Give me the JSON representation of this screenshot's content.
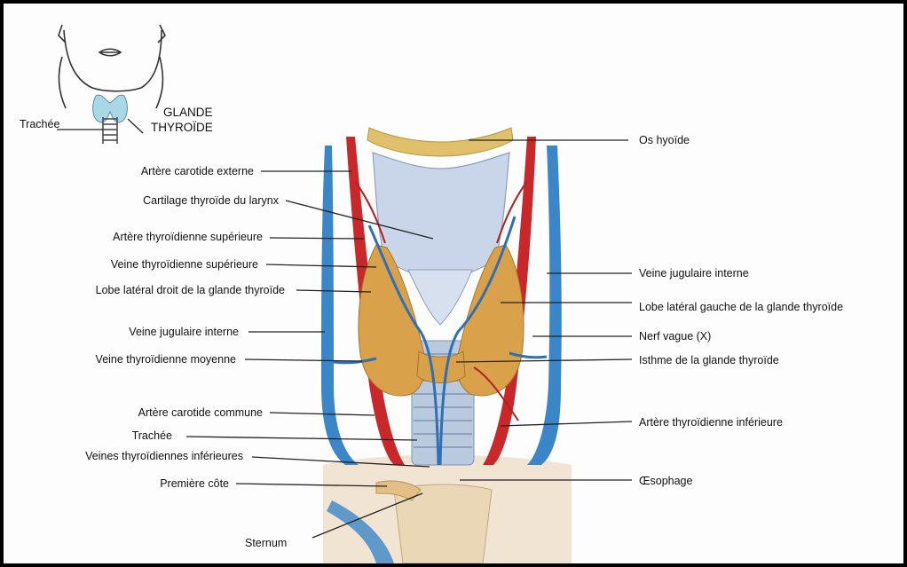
{
  "inset": {
    "trachea_label": "Trachée",
    "gland_label_line1": "GLANDE",
    "gland_label_line2": "THYROÏDE"
  },
  "labels_left": {
    "external_carotid": "Artère carotide externe",
    "thyroid_cartilage": "Cartilage thyroïde du larynx",
    "superior_thyroid_artery": "Artère thyroïdienne supérieure",
    "superior_thyroid_vein": "Veine thyroïdienne supérieure",
    "right_lateral_lobe": "Lobe latéral droit de la glande thyroïde",
    "internal_jugular_vein": "Veine jugulaire interne",
    "middle_thyroid_vein": "Veine thyroïdienne moyenne",
    "common_carotid": "Artère carotide commune",
    "trachea": "Trachée",
    "inferior_thyroid_veins": "Veines thyroïdiennes inférieures",
    "first_rib": "Première côte",
    "sternum": "Sternum"
  },
  "labels_right": {
    "hyoid_bone": "Os hyoïde",
    "internal_jugular_vein": "Veine jugulaire interne",
    "left_lateral_lobe": "Lobe latéral gauche de la glande thyroïde",
    "vagus_nerve": "Nerf vague (X)",
    "isthmus": "Isthme de la glande thyroïde",
    "inferior_thyroid_artery": "Artère thyroïdienne inférieure",
    "esophagus": "Œsophage"
  },
  "colors": {
    "artery": "#c8282a",
    "vein": "#3a86c8",
    "thyroid": "#d9a24a",
    "cartilage": "#c9d6ea",
    "bone": "#e0c06a",
    "trachea_inset": "#a8d8e8"
  }
}
